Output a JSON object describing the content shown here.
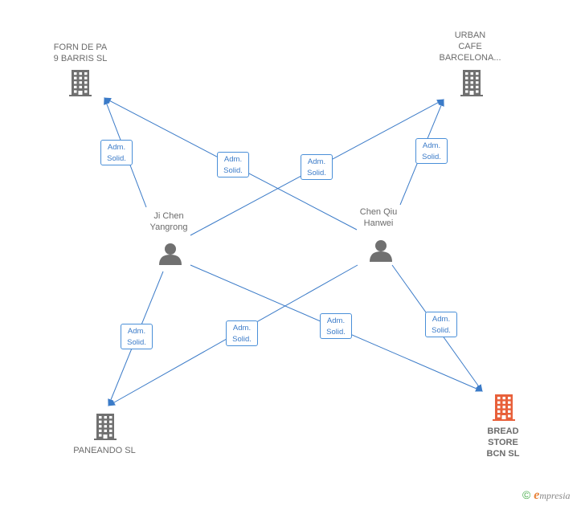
{
  "nodes": {
    "forn": {
      "label": "FORN DE PA\n9 BARRIS  SL",
      "type": "company",
      "icon": "building-icon"
    },
    "urban": {
      "label": "URBAN\nCAFE\nBARCELONA...",
      "type": "company",
      "icon": "building-icon"
    },
    "panea": {
      "label": "PANEANDO  SL",
      "type": "company",
      "icon": "building-icon"
    },
    "bread": {
      "label": "BREAD\nSTORE\nBCN  SL",
      "type": "company-highlight",
      "icon": "building-icon"
    },
    "ji": {
      "label": "Ji Chen\nYangrong",
      "type": "person",
      "icon": "person-icon"
    },
    "chen": {
      "label": "Chen Qiu\nHanwei",
      "type": "person",
      "icon": "person-icon"
    }
  },
  "edges": [
    {
      "from": "ji",
      "to": "forn",
      "label_line1": "Adm.",
      "label_line2": "Solid."
    },
    {
      "from": "chen",
      "to": "forn",
      "label_line1": "Adm.",
      "label_line2": "Solid."
    },
    {
      "from": "ji",
      "to": "urban",
      "label_line1": "Adm.",
      "label_line2": "Solid."
    },
    {
      "from": "chen",
      "to": "urban",
      "label_line1": "Adm.",
      "label_line2": "Solid."
    },
    {
      "from": "ji",
      "to": "panea",
      "label_line1": "Adm.",
      "label_line2": "Solid."
    },
    {
      "from": "chen",
      "to": "panea",
      "label_line1": "Adm.",
      "label_line2": "Solid."
    },
    {
      "from": "ji",
      "to": "bread",
      "label_line1": "Adm.",
      "label_line2": "Solid."
    },
    {
      "from": "chen",
      "to": "bread",
      "label_line1": "Adm.",
      "label_line2": "Solid."
    }
  ],
  "colors": {
    "edge": "#3b7bc8",
    "company_icon": "#707070",
    "highlight_icon": "#e8603a",
    "person_icon": "#707070"
  },
  "brand": {
    "copyright_symbol": "©",
    "initial": "e",
    "rest": "mpresia"
  }
}
